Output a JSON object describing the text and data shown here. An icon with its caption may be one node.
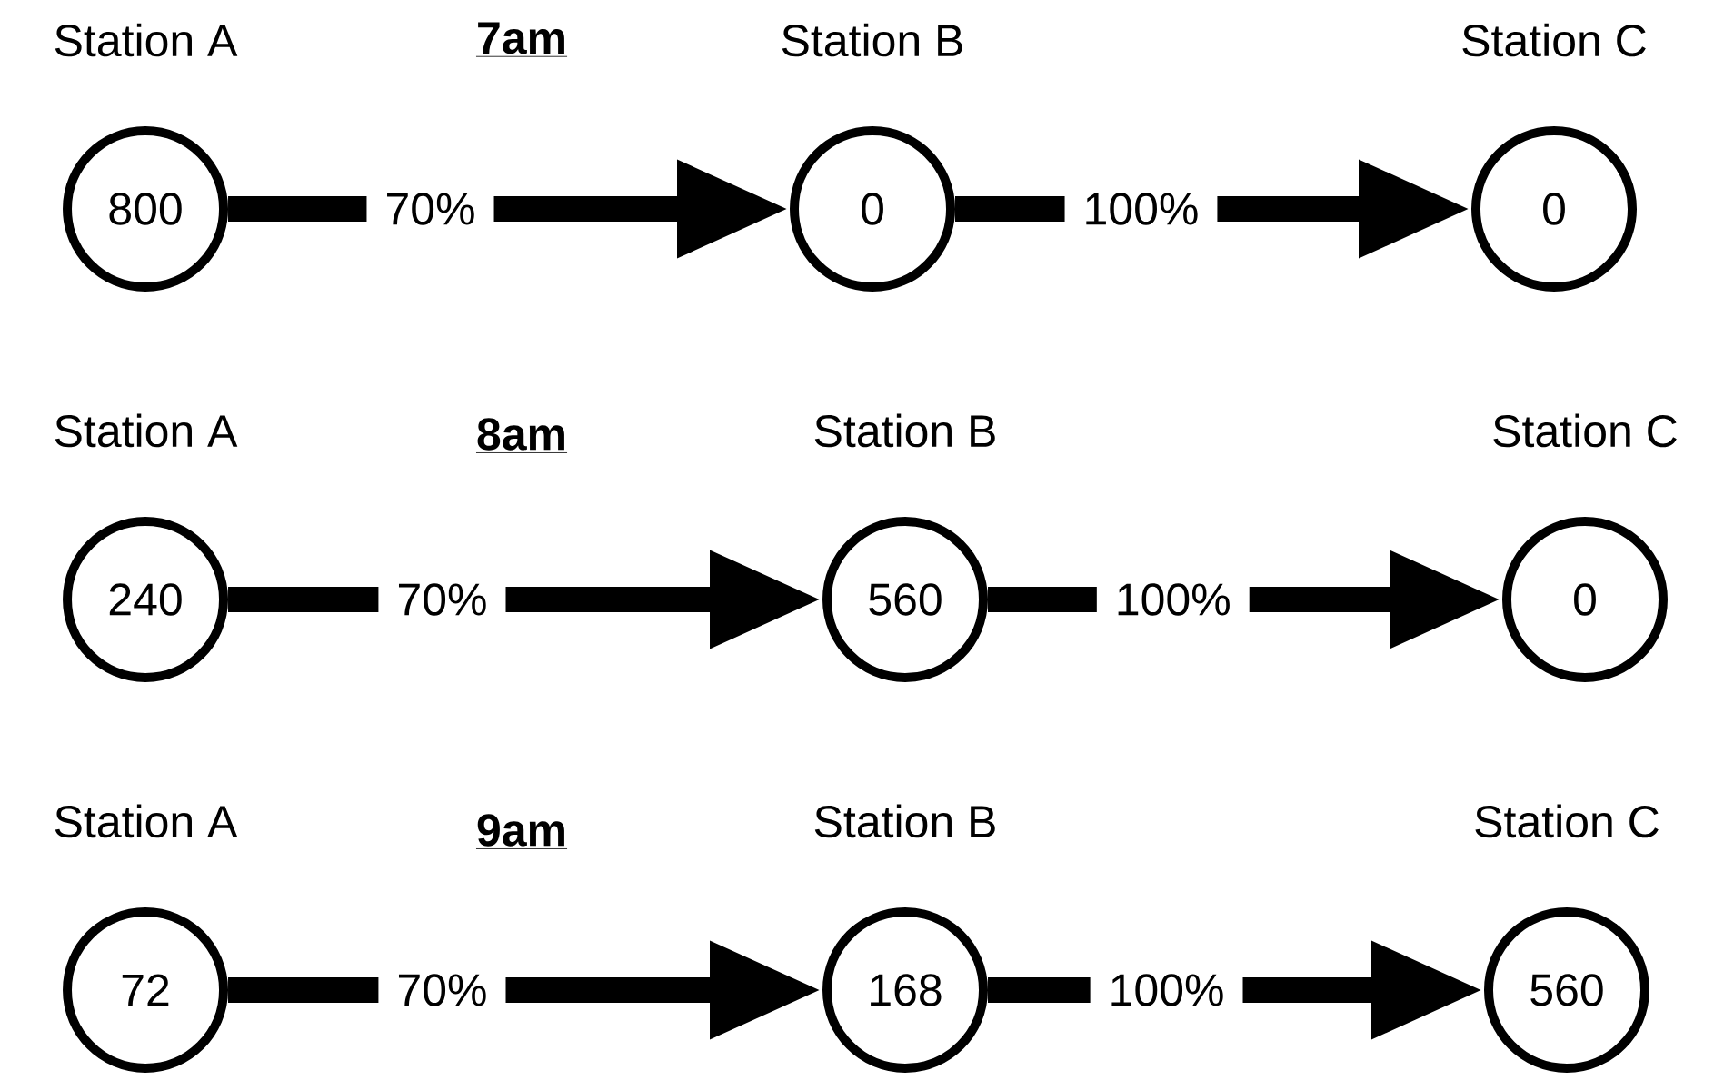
{
  "diagram": {
    "nodes": [
      {
        "text": [
          "800"
        ],
        "beside": [
          "Station A"
        ]
      },
      {
        "text": [
          "0"
        ],
        "beside": [
          "Station B"
        ]
      },
      {
        "text": [
          "0"
        ],
        "beside": [
          "Station C"
        ]
      },
      {
        "text": [
          "240"
        ],
        "beside": [
          "Station A"
        ]
      },
      {
        "text": [
          "560"
        ],
        "beside": [
          "Station B"
        ]
      },
      {
        "text": [
          "0"
        ],
        "beside": [
          "Station C"
        ]
      },
      {
        "text": [
          "72"
        ],
        "beside": [
          "Station A"
        ]
      },
      {
        "text": [
          "168"
        ],
        "beside": [
          "Station B"
        ]
      },
      {
        "text": [
          "560"
        ],
        "beside": [
          "Station C"
        ]
      }
    ],
    "edges": [
      {
        "from": 0,
        "to": 1,
        "arrow": "to",
        "label": "70%"
      },
      {
        "from": 1,
        "to": 2,
        "arrow": "to",
        "label": "100%"
      },
      {
        "from": 3,
        "to": 4,
        "arrow": "to",
        "label": "70%"
      },
      {
        "from": 4,
        "to": 5,
        "arrow": "to",
        "label": "100%"
      },
      {
        "from": 6,
        "to": 7,
        "arrow": "to",
        "label": "70%"
      },
      {
        "from": 7,
        "to": 8,
        "arrow": "to",
        "label": "100%"
      }
    ],
    "labels": [
      "7am",
      "8am",
      "9am"
    ]
  }
}
